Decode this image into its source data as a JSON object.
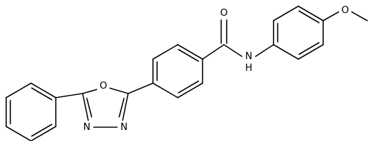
{
  "structure": {
    "atom_labels": {
      "carbonyl_oxygen": "O",
      "amide_nitrogen": "N",
      "amide_hydrogen": "H",
      "ether_oxygen": "O",
      "ring_oxygen": "O",
      "ring_nitrogen_1": "N",
      "ring_nitrogen_2": "N"
    },
    "line_color": "#000000",
    "background_color": "#ffffff"
  }
}
